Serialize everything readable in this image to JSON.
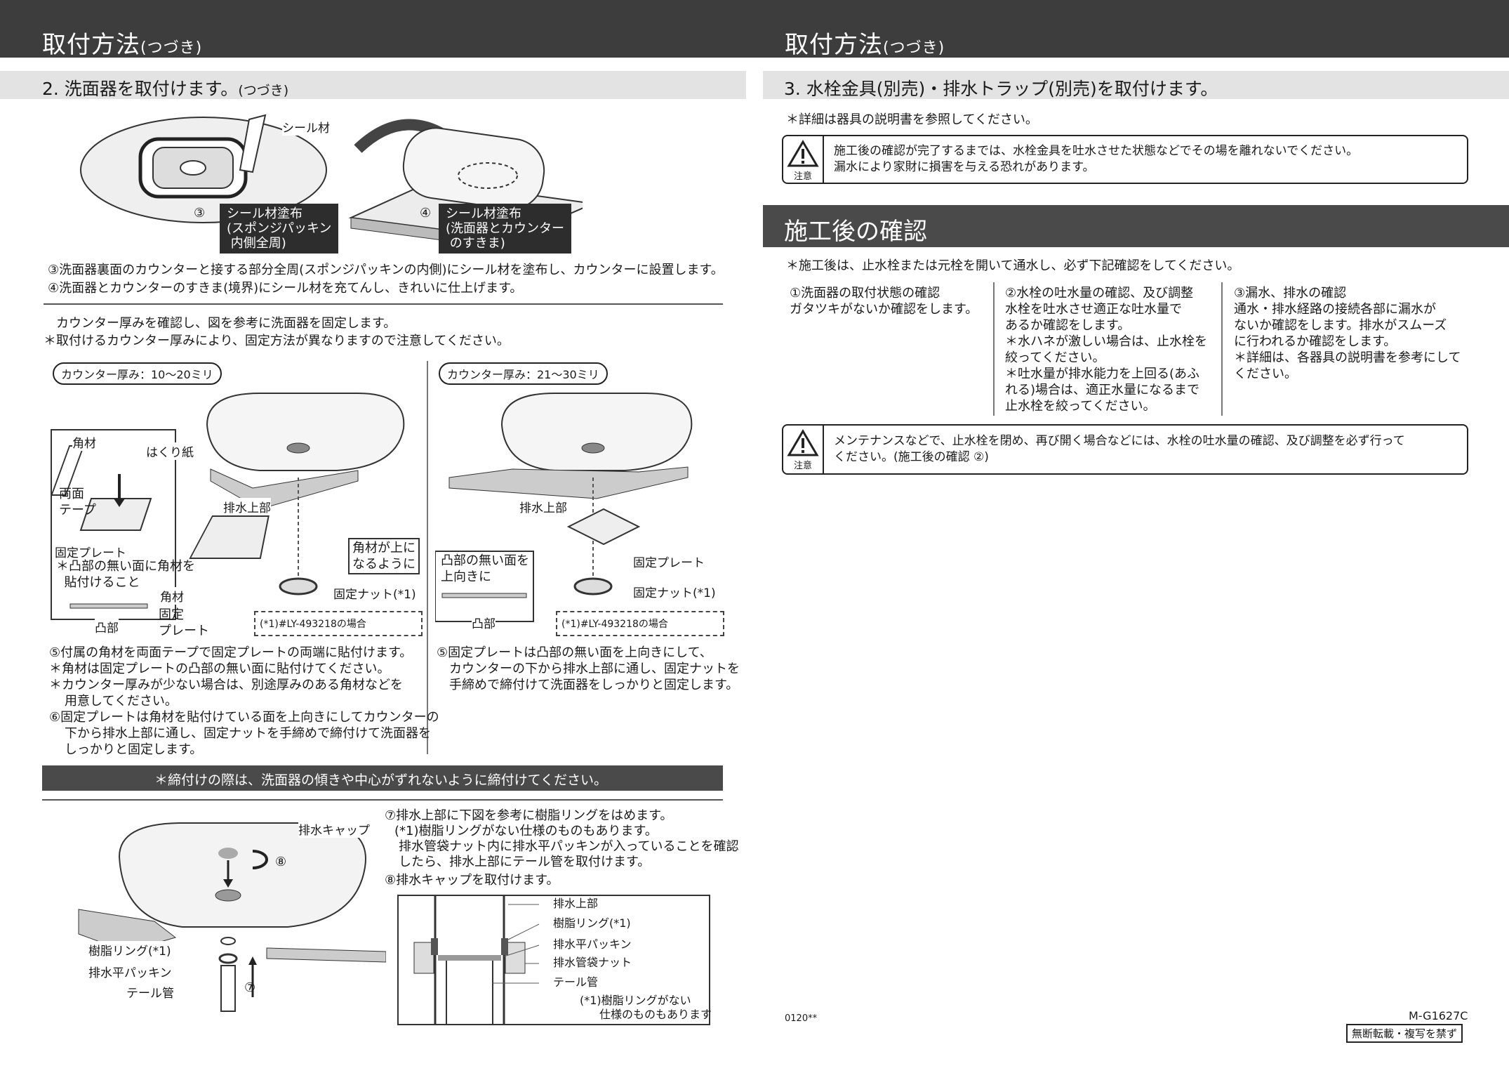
{
  "header": {
    "left_title": "取付方法",
    "left_title_sub": "(つづき)",
    "right_title": "取付方法",
    "right_title_sub": "(つづき)"
  },
  "left": {
    "section_title": "2. 洗面器を取付けます。",
    "section_title_sub": "(つづき)",
    "fig1": {
      "label_sealant": "シール材",
      "num3": "③",
      "num4": "④",
      "box3": "シール材塗布\n(スポンジパッキン\n 内側全周)",
      "box4": "シール材塗布\n(洗面器とカウンター\n のすきま)"
    },
    "step3": "③洗面器裏面のカウンターと接する部分全周(スポンジパッキンの内側)にシール材を塗布し、カウンターに設置します。",
    "step4": "④洗面器とカウンターのすきま(境界)にシール材を充てんし、きれいに仕上げます。",
    "intro1": "カウンター厚みを確認し、図を参考に洗面器を固定します。",
    "intro2": "＊取付けるカウンター厚みにより、固定方法が異なりますので注意してください。",
    "panelA": {
      "pill": "カウンター厚み：10～20ミリ",
      "kakuzai": "角材",
      "hakuri": "はくり紙",
      "ryomen": "両面\nテープ",
      "kotei_plate": "固定プレート",
      "note_a": "＊凸部の無い面に角材を\n  貼付けること",
      "kakuzai2": "角材",
      "kotei2": "固定\nプレート",
      "totsubu": "凸部",
      "haisui_upper": "排水上部",
      "kakuzai_up": "角材が上に\nなるように",
      "kotei_nut": "固定ナット(*1)",
      "dash_note": "(*1)#LY-493218の場合"
    },
    "panelB": {
      "pill": "カウンター厚み：21～30ミリ",
      "haisui_upper": "排水上部",
      "no_bump": "凸部の無い面を\n上向きに",
      "kotei_plate": "固定プレート",
      "kotei_nut": "固定ナット(*1)",
      "totsubu": "凸部",
      "dash_note": "(*1)#LY-493218の場合"
    },
    "stepA5": "⑤付属の角材を両面テープで固定プレートの両端に貼付けます。",
    "noteA1": "＊角材は固定プレートの凸部の無い面に貼付けてください。",
    "noteA2": "＊カウンター厚みが少ない場合は、別途厚みのある角材などを",
    "noteA2b": "用意してください。",
    "stepA6": "⑥固定プレートは角材を貼付けている面を上向きにしてカウンターの",
    "stepA6b": "下から排水上部に通し、固定ナットを手締めで締付けて洗面器を",
    "stepA6c": "しっかりと固定します。",
    "stepB5": "⑤固定プレートは凸部の無い面を上向きにして、",
    "stepB5b": "カウンターの下から排水上部に通し、固定ナットを",
    "stepB5c": "手締めで締付けて洗面器をしっかりと固定します。",
    "band": "＊締付けの際は、洗面器の傾きや中心がずれないように締付けてください。",
    "fig3": {
      "cap": "排水キャップ",
      "num8": "⑧",
      "num7": "⑦",
      "ring": "樹脂リング(*1)",
      "packing": "排水平パッキン",
      "tail": "テール管"
    },
    "step7": "⑦排水上部に下図を参考に樹脂リングをはめます。",
    "step7a": "(*1)樹脂リングがない仕様のものもあります。",
    "step7b": "排水管袋ナット内に排水平パッキンが入っていることを確認",
    "step7c": "したら、排水上部にテール管を取付けます。",
    "step8": "⑧排水キャップを取付けます。",
    "fig4": {
      "upper": "排水上部",
      "ring": "樹脂リング(*1)",
      "packing": "排水平パッキン",
      "nut": "排水管袋ナット",
      "tail": "テール管",
      "note1": "(*1)樹脂リングがない",
      "note2": "仕様のものもあります"
    }
  },
  "right": {
    "section_title": "3. 水栓金具(別売)・排水トラップ(別売)を取付けます。",
    "detail": "＊詳細は器具の説明書を参照してください。",
    "caution1_label": "注意",
    "caution1_l1": "施工後の確認が完了するまでは、水栓金具を吐水させた状態などでその場を離れないでください。",
    "caution1_l2": "漏水により家財に損害を与える恐れがあります。",
    "check_title": "施工後の確認",
    "check_intro": "＊施工後は、止水栓または元栓を開いて通水し、必ず下記確認をしてください。",
    "col1": [
      "①洗面器の取付状態の確認",
      "  ガタツキがないか確認をします。"
    ],
    "col2": [
      "②水栓の吐水量の確認、及び調整",
      "   水栓を吐水させ適正な吐水量で",
      "   あるか確認をします。",
      "  ＊水ハネが激しい場合は、止水栓を",
      "     絞ってください。",
      "  ＊吐水量が排水能力を上回る(あふ",
      "     れる)場合は、適正水量になるまで",
      "     止水栓を絞ってください。"
    ],
    "col3": [
      "③漏水、排水の確認",
      "   通水・排水経路の接続各部に漏水が",
      "   ないか確認をします。排水がスムーズ",
      "   に行われるか確認をします。",
      "  ＊詳細は、各器具の説明書を参考にして",
      "     ください。"
    ],
    "caution2_label": "注意",
    "caution2_l1": "メンテナンスなどで、止水栓を閉め、再び開く場合などには、水栓の吐水量の確認、及び調整を必ず行って",
    "caution2_l2": "ください。(施工後の確認 ②)",
    "code_left": "0120**",
    "code_right": "M-G1627C",
    "stamp": "無断転載・複写を禁ず"
  },
  "colors": {
    "header_bg": "#3d3d3d",
    "section_bg": "#e3e3e3",
    "band_bg": "#2d2d2d"
  }
}
